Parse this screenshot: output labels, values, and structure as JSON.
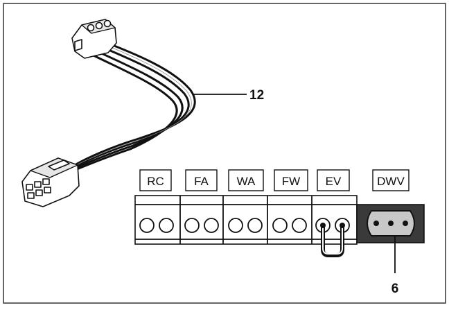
{
  "terminal_labels": [
    "RC",
    "FA",
    "WA",
    "FW",
    "EV",
    "DWV"
  ],
  "callouts": {
    "cable": "12",
    "connector": "6"
  },
  "colors": {
    "line": "#111111",
    "connector_fill": "#c8c8c8",
    "background": "#ffffff"
  }
}
